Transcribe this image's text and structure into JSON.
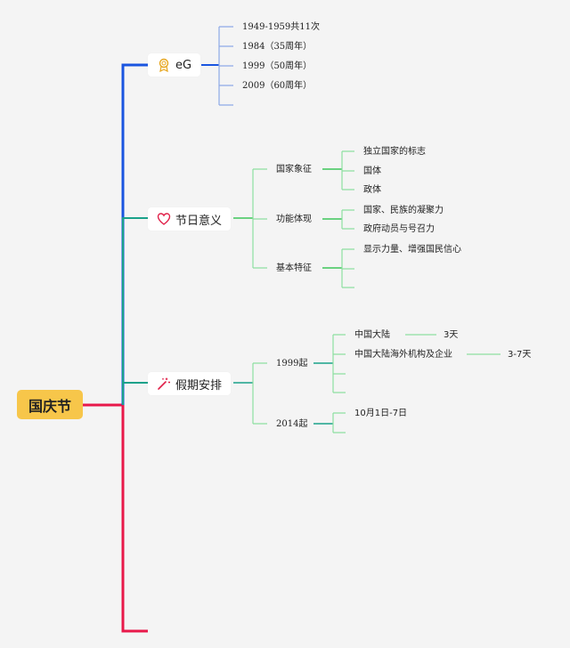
{
  "root": {
    "label": "国庆节"
  },
  "branches": [
    {
      "label": "eG",
      "icon": "award-ribbon-icon",
      "color": "#1a55e0",
      "items": [
        "1949-1959共11次",
        "1984（35周年）",
        "1999（50周年）",
        "2009（60周年）"
      ]
    },
    {
      "label": "节日意义",
      "icon": "heart-outline-icon",
      "color": "#e01f48",
      "groups": [
        {
          "label": "国家象征",
          "items": [
            "独立国家的标志",
            "国体",
            "政体"
          ]
        },
        {
          "label": "功能体现",
          "items": [
            "国家、民族的凝聚力",
            "政府动员与号召力"
          ]
        },
        {
          "label": "基本特征",
          "items": [
            "显示力量、增强国民信心"
          ]
        }
      ]
    },
    {
      "label": "假期安排",
      "icon": "magic-wand-icon",
      "color": "#e01f48",
      "groups": [
        {
          "label": "1999起",
          "items": [
            {
              "label": "中国大陆",
              "value": "3天"
            },
            {
              "label": "中国大陆海外机构及企业",
              "value": "3-7天"
            }
          ]
        },
        {
          "label": "2014起",
          "items": [
            {
              "label": "10月1日-7日"
            }
          ]
        }
      ]
    }
  ],
  "colors": {
    "blue": "#1a55e0",
    "green": "#3cc55a",
    "red": "#e8194a",
    "teal": "#1aa28a",
    "yellow": "#f7c64a",
    "light_blue": "#8ea9e6",
    "light_green": "#8ddfa0"
  }
}
